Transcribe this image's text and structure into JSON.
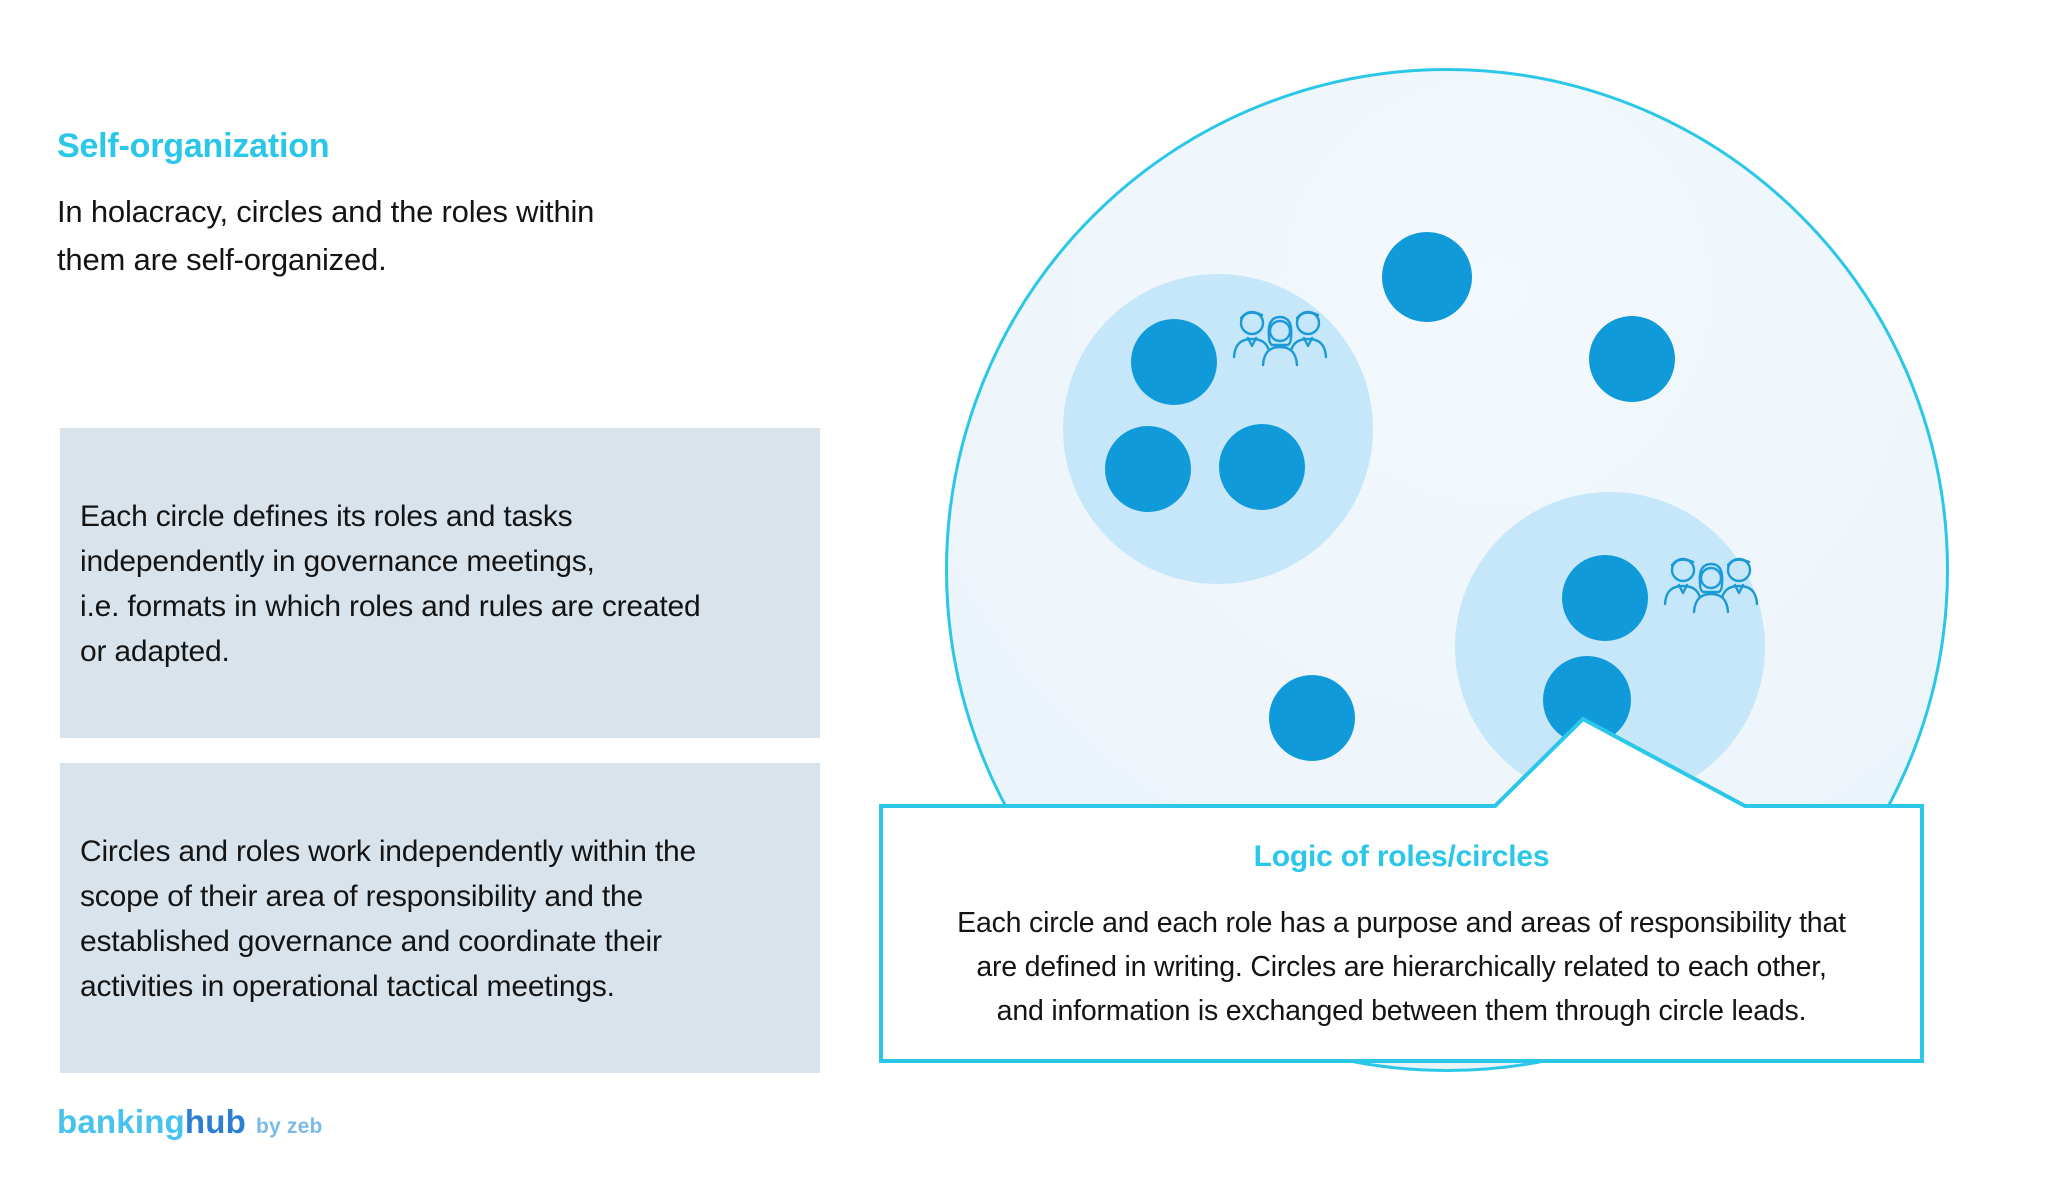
{
  "colors": {
    "accent": "#2bc7e9",
    "dark_circle": "#119ad9",
    "sub_circle": "#c5e7f9",
    "circle_fill_light": "#f3f9fd",
    "circle_fill_dark": "#e9f2fa",
    "panel": "#d8e3ec",
    "text": "#141414",
    "icon_stroke": "#1b9ad6",
    "logo_light": "#47c3ee",
    "logo_dark": "#2b7ed2",
    "logo_suffix": "#7cbbe9"
  },
  "header": {
    "title": "Self-organization",
    "intro_lines": [
      "In holacracy, circles and the roles within",
      "them are self-organized."
    ]
  },
  "info_boxes": [
    {
      "lines": [
        "Each circle defines its roles and tasks",
        "independently in governance meetings,",
        "i.e. formats in which roles and rules are created",
        "or adapted."
      ]
    },
    {
      "lines": [
        "Circles and roles work independently within the",
        "scope of their area of responsibility and the",
        "established governance and coordinate their",
        "activities in operational tactical meetings."
      ]
    }
  ],
  "diagram": {
    "icons": {
      "team": "three-people-outline"
    }
  },
  "callout": {
    "title": "Logic of roles/circles",
    "lines": [
      "Each circle and each role has a purpose and areas of responsibility that",
      "are defined in writing. Circles are hierarchically related to each other,",
      "and information is exchanged between them through circle leads."
    ]
  },
  "logo": {
    "part1": "banking",
    "part2": "hub",
    "suffix": "by zeb"
  }
}
